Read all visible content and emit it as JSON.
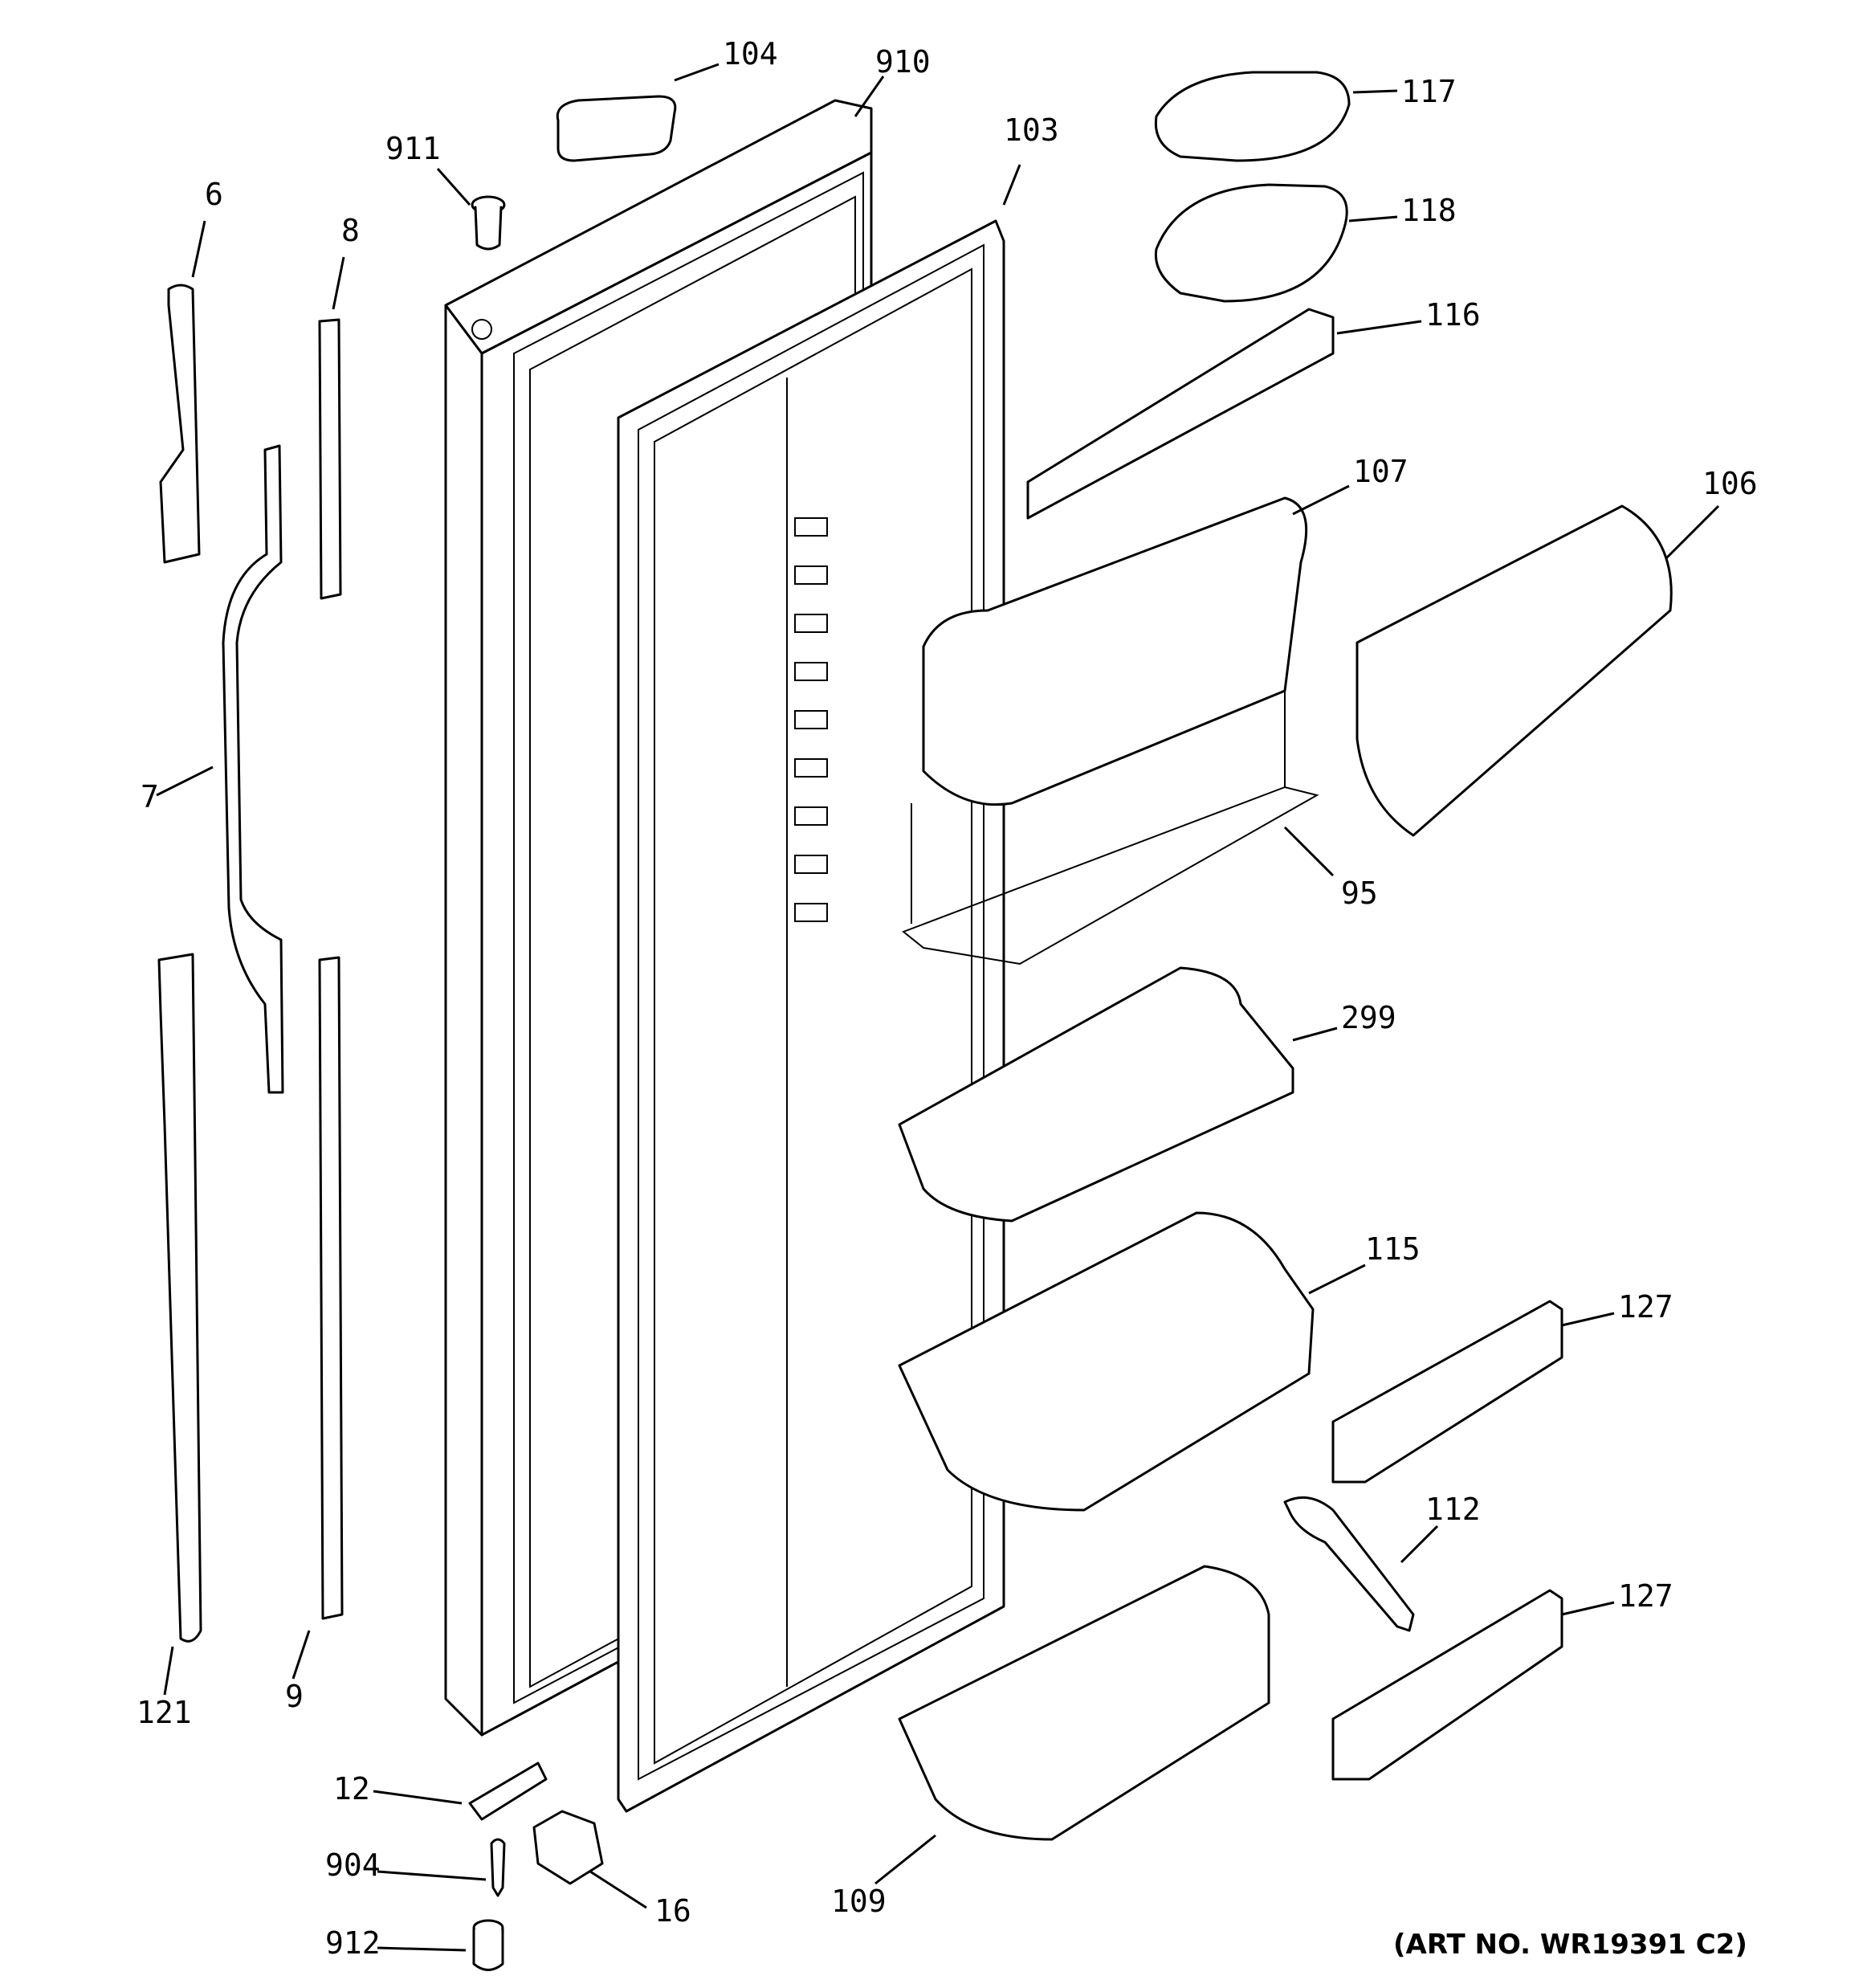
{
  "art_number": "(ART NO. WR19391 C2)",
  "callouts": {
    "c104": "104",
    "c910": "910",
    "c911": "911",
    "c103": "103",
    "c6": "6",
    "c8": "8",
    "c7": "7",
    "c121": "121",
    "c9": "9",
    "c117": "117",
    "c118": "118",
    "c116": "116",
    "c107": "107",
    "c106": "106",
    "c95": "95",
    "c299": "299",
    "c115": "115",
    "c127a": "127",
    "c112": "112",
    "c127b": "127",
    "c109": "109",
    "c12": "12",
    "c904": "904",
    "c16": "16",
    "c912": "912"
  }
}
